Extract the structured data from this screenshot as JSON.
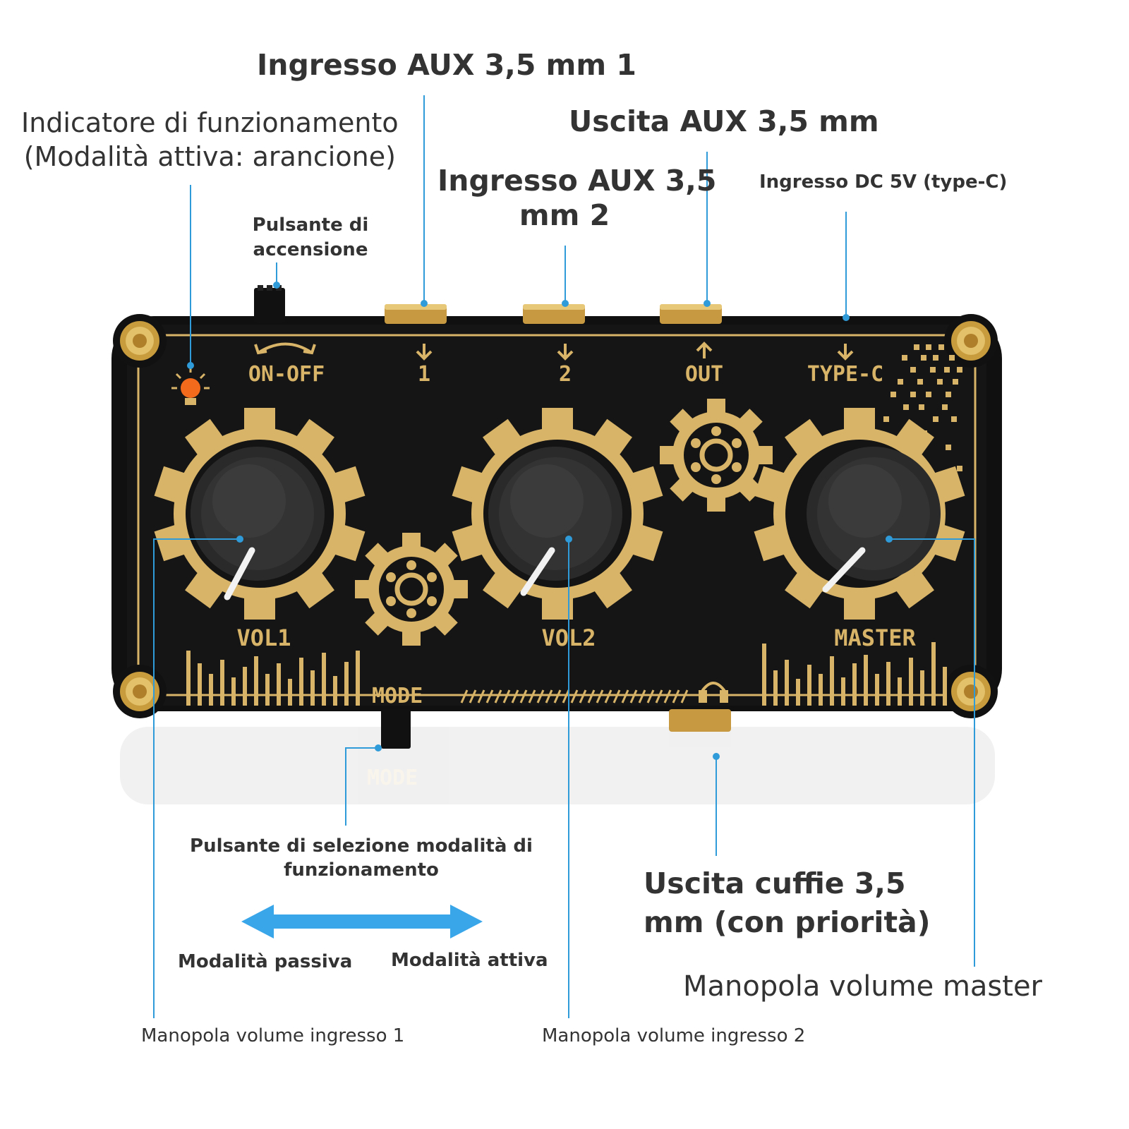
{
  "labels": {
    "aux_in_1": "Ingresso AUX 3,5 mm 1",
    "indicator_line1": "Indicatore di funzionamento",
    "indicator_line2": "(Modalità attiva: arancione)",
    "aux_out": "Uscita AUX 3,5 mm",
    "aux_in_2_line1": "Ingresso AUX 3,5",
    "aux_in_2_line2": "mm 2",
    "dc_in": "Ingresso DC 5V (type-C)",
    "power_line1": "Pulsante di",
    "power_line2": "accensione",
    "mode_select_line1": "Pulsante di selezione modalità di",
    "mode_select_line2": "funzionamento",
    "headphone_line1": "Uscita cuffie 3,5",
    "headphone_line2": "mm (con priorità)",
    "passive_mode": "Modalità passiva",
    "active_mode": "Modalità attiva",
    "master_knob": "Manopola volume master",
    "vol1_knob": "Manopola volume ingresso 1",
    "vol2_knob": "Manopola volume ingresso 2"
  },
  "device": {
    "on_off": "ON-OFF",
    "port1": "1",
    "port2": "2",
    "out": "OUT",
    "type_c": "TYPE-C",
    "vol1": "VOL1",
    "vol2": "VOL2",
    "master": "MASTER",
    "mode": "MODE",
    "mode_reflection": "MODE"
  },
  "colors": {
    "leader_line": "#2f9bd8",
    "arrow": "#3aa6ea",
    "panel": "#121212",
    "gold": "#d8b468",
    "led": "#f26a1b"
  },
  "icons": {
    "indicator": "bulb-icon",
    "headphone": "headphone-icon",
    "mode_arrow": "double-arrow-icon"
  }
}
